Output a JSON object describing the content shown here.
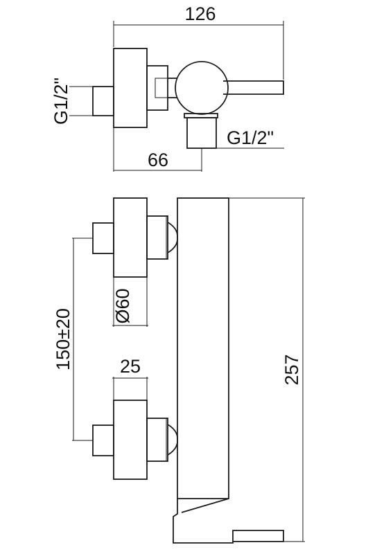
{
  "drawing": {
    "top_view": {
      "overall_width": "126",
      "inlet_offset": "66",
      "inlet_thread_left": "G1/2\"",
      "outlet_thread_bottom": "G1/2\""
    },
    "front_view": {
      "eccentric_spacing": "150±20",
      "flange_diameter": "Ø60",
      "flange_depth": "25",
      "overall_height": "257"
    }
  }
}
